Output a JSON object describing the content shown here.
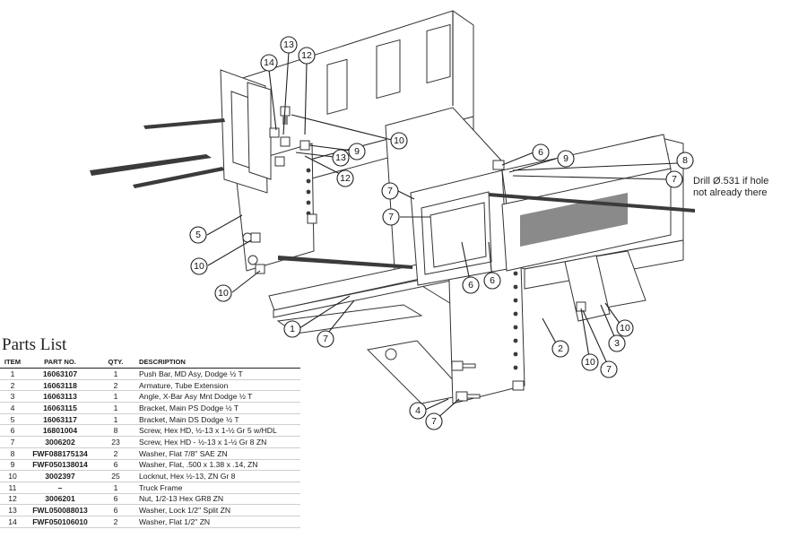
{
  "note": {
    "line1": "Drill Ø.531 if hole",
    "line2": "not already there"
  },
  "parts_list": {
    "title": "Parts List",
    "headers": {
      "item": "ITEM",
      "part_no": "PART NO.",
      "qty": "QTY.",
      "description": "DESCRIPTION"
    },
    "rows": [
      {
        "item": "1",
        "part_no": "16063107",
        "qty": "1",
        "description": "Push Bar, MD Asy, Dodge ½ T"
      },
      {
        "item": "2",
        "part_no": "16063118",
        "qty": "2",
        "description": "Armature, Tube Extension"
      },
      {
        "item": "3",
        "part_no": "16063113",
        "qty": "1",
        "description": "Angle, X-Bar Asy Mnt Dodge ½ T"
      },
      {
        "item": "4",
        "part_no": "16063115",
        "qty": "1",
        "description": "Bracket, Main PS Dodge ½ T"
      },
      {
        "item": "5",
        "part_no": "16063117",
        "qty": "1",
        "description": "Bracket, Main DS Dodge ½ T"
      },
      {
        "item": "6",
        "part_no": "16801004",
        "qty": "8",
        "description": "Screw, Hex HD, ½-13 x 1-½ Gr 5 w/HDL"
      },
      {
        "item": "7",
        "part_no": "3006202",
        "qty": "23",
        "description": "Screw, Hex HD - ½-13 x 1-½ Gr 8 ZN"
      },
      {
        "item": "8",
        "part_no": "FWF088175134",
        "qty": "2",
        "description": "Washer, Flat 7/8\" SAE ZN"
      },
      {
        "item": "9",
        "part_no": "FWF050138014",
        "qty": "6",
        "description": "Washer, Flat, .500 x 1.38 x .14, ZN"
      },
      {
        "item": "10",
        "part_no": "3002397",
        "qty": "25",
        "description": "Locknut, Hex ½-13, ZN Gr 8"
      },
      {
        "item": "11",
        "part_no": "–",
        "qty": "1",
        "description": "Truck Frame"
      },
      {
        "item": "12",
        "part_no": "3006201",
        "qty": "6",
        "description": "Nut, 1/2-13 Hex GR8 ZN"
      },
      {
        "item": "13",
        "part_no": "FWL050088013",
        "qty": "6",
        "description": "Washer, Lock 1/2\" Split ZN"
      },
      {
        "item": "14",
        "part_no": "FWF050106010",
        "qty": "2",
        "description": "Washer, Flat 1/2\" ZN"
      }
    ]
  },
  "callouts": {
    "c13a": "13",
    "c12a": "12",
    "c14": "14",
    "c9a": "9",
    "c13b": "13",
    "c12b": "12",
    "c10a": "10",
    "c6a": "6",
    "c9b": "9",
    "c8": "8",
    "c7a": "7",
    "c7b": "7",
    "c7c": "7",
    "c5": "5",
    "c10b": "10",
    "c10c": "10",
    "c6b": "6",
    "c6c": "6",
    "c1": "1",
    "c7d": "7",
    "c2": "2",
    "c3": "3",
    "c10d": "10",
    "c10e": "10",
    "c7e": "7",
    "c4": "4",
    "c7f": "7"
  }
}
